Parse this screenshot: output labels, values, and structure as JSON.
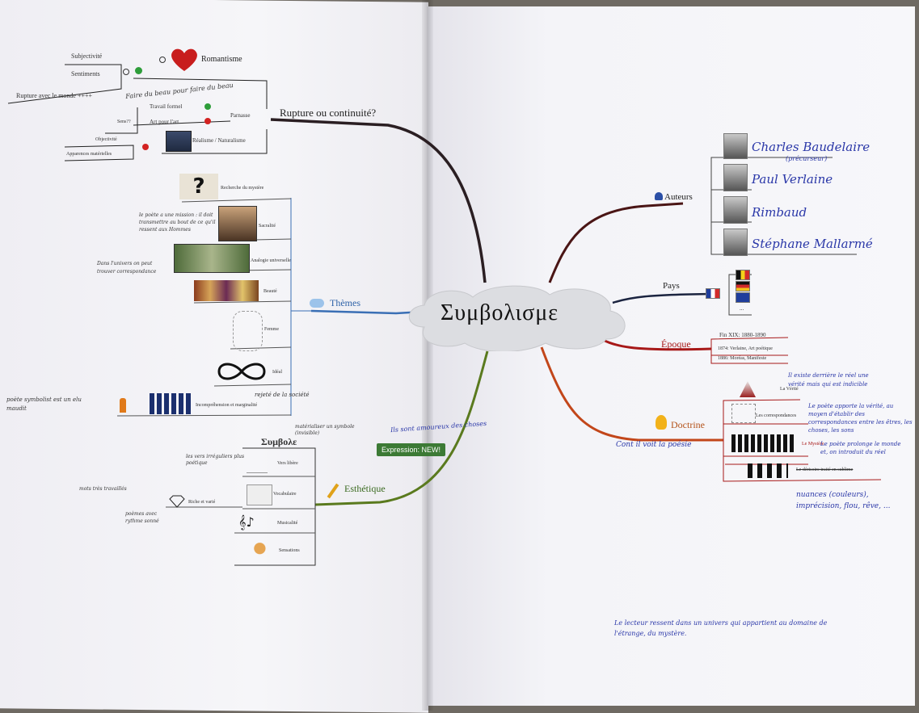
{
  "center": {
    "title": "Συμβολισμε"
  },
  "branches": {
    "rupture": {
      "label": "Rupture ou continuité?",
      "romantisme": "Romantisme",
      "subjectivite": "Subjectivité",
      "sentiments": "Sentiments",
      "rupture_monde": "Rupture avec le monde ++++",
      "parnasse": "Parnasse",
      "travail_formel": "Travail formel",
      "art_pour_art": "Art pour l'art",
      "sens": "Sens??",
      "realisme": "Réalisme / Naturalisme",
      "objectivite": "Objectivité",
      "apparences": "Apparences matérielles",
      "note_beau": "Faire du beau pour faire du beau"
    },
    "themes": {
      "label": "Thèmes",
      "items": [
        "Recherche du mystère",
        "Sacralité",
        "Analogie universelle",
        "Beauté",
        "Femme",
        "Idéal",
        "Incompréhension et marginalité"
      ],
      "note_poete": "le poète a une mission : il doit transmettre au bout de ce qu'il ressent aux Hommes",
      "note_analogie": "Dans l'univers on peut trouver correspondance",
      "note_marginal": "poète symbolist est un elu maudit",
      "note_societe": "rejeté de la société"
    },
    "esthetique": {
      "label": "Esthétique",
      "symbole_title": "Συμβολε",
      "symbole_note": "matérialiser un symbole (invisible)",
      "items": [
        "Vers libère",
        "Vocabulaire",
        "Musicalité",
        "Sensations"
      ],
      "riche": "Riche et varié",
      "note_riche": "mots très travaillés",
      "note_vers": "les vers irréguliers plus poétique",
      "note_rythme": "poèmes avec rythme sonné",
      "expression_tag": "Expression: NEW!",
      "note_expression": "Ils sont amoureux des choses"
    },
    "auteurs": {
      "label": "Auteurs",
      "names": [
        "Charles Baudelaire",
        "Paul Verlaine",
        "Rimbaud",
        "Stéphane Mallarmé"
      ],
      "baudelaire_note": "(précurseur)"
    },
    "pays": {
      "label": "Pays",
      "other": "..."
    },
    "epoque": {
      "label": "Époque",
      "range": "Fin XIX: 1880-1890",
      "event1": "1874: Verlaine, Art poétique",
      "event2": "1886: Moréas, Manifeste"
    },
    "doctrine": {
      "label": "Doctrine",
      "items": [
        "La Vérité",
        "Les correspondances",
        "Le Mystère",
        "Le dérisoire traité en sublime"
      ],
      "note_doctrine": "Cont il voit la poésie",
      "note_verite": "Il existe derrière le réel une vérité mais qui est indicible",
      "note_corresp": "Le poète apporte la vérité, au moyen d'établir des correspondances entre les êtres, les choses, les sons",
      "note_mystere": "Le poète prolonge le monde et, on introduit du réel",
      "note_sublime": "nuances (couleurs), imprécision, flou, rêve, ...",
      "note_bottom": "Le lecteur ressent dans un univers qui appartient au domaine de l'étrange, du mystère."
    }
  }
}
